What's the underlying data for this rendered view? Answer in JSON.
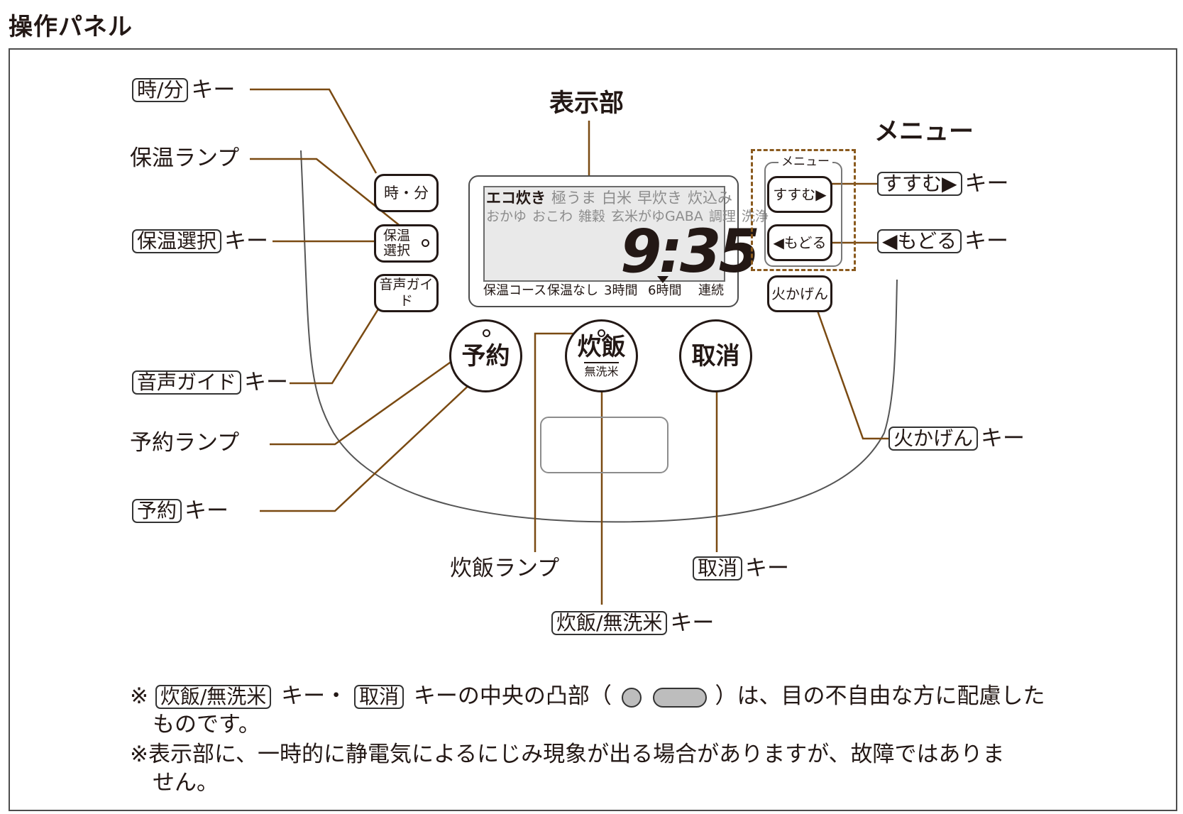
{
  "title": "操作パネル",
  "headers": {
    "display": "表示部",
    "menu": "メニュー"
  },
  "labels": {
    "jifun_key": {
      "key": "時/分",
      "suffix": "キー"
    },
    "hoon_lamp": {
      "text": "保温ランプ"
    },
    "hoon_sentaku_key": {
      "key": "保温選択",
      "suffix": "キー"
    },
    "onsei_guide_key": {
      "key": "音声ガイド",
      "suffix": "キー"
    },
    "yoyaku_lamp": {
      "text": "予約ランプ"
    },
    "yoyaku_key": {
      "key": "予約",
      "suffix": "キー"
    },
    "suihan_lamp": {
      "text": "炊飯ランプ"
    },
    "suihan_key": {
      "key": "炊飯/無洗米",
      "suffix": "キー"
    },
    "torikeshi_key": {
      "key": "取消",
      "suffix": "キー"
    },
    "susumu_key": {
      "key": "すすむ▶",
      "suffix": "キー"
    },
    "modoru_key": {
      "key": "◀もどる",
      "suffix": "キー"
    },
    "hikagen_key": {
      "key": "火かげん",
      "suffix": "キー"
    }
  },
  "buttons": {
    "jifun": "時・分",
    "hoon_line1": "保温",
    "hoon_line2": "選択",
    "onsei": "音声ガイド",
    "yoyaku": "予約",
    "suihan_main": "炊飯",
    "suihan_sub": "無洗米",
    "torikeshi": "取消",
    "susumu": "すすむ▶",
    "modoru": "◀もどる",
    "hikagen": "火かげん",
    "menu_caption": "メニュー"
  },
  "lcd": {
    "row1": [
      {
        "text": "エコ炊き",
        "state": "on"
      },
      {
        "text": "極うま",
        "state": "off"
      },
      {
        "text": "白米",
        "state": "off"
      },
      {
        "text": "早炊き",
        "state": "off"
      },
      {
        "text": "炊込み",
        "state": "off"
      }
    ],
    "row2": [
      {
        "text": "おかゆ",
        "state": "off"
      },
      {
        "text": "おこわ",
        "state": "off"
      },
      {
        "text": "雑穀",
        "state": "off"
      },
      {
        "text": "玄米がゆGABA",
        "state": "off"
      },
      {
        "text": "調理",
        "state": "off"
      },
      {
        "text": "洗浄",
        "state": "off"
      }
    ],
    "time": "9:35",
    "bottom": {
      "course": "保温コース",
      "none": "保温なし",
      "h3": "3時間",
      "h6": "6時間",
      "cont": "連続"
    }
  },
  "notes": {
    "n1_mark": "※",
    "n1_key1": "炊飯/無洗米",
    "n1_mid": "キー・",
    "n1_key2": "取消",
    "n1_tail1": "キーの中央の凸部（",
    "n1_tail2": "）は、目の不自由な方に配慮した",
    "n1_line2": "ものです。",
    "n2_line1": "※表示部に、一時的に静電気によるにじみ現象が出る場合がありますが、故障ではありま",
    "n2_line2": "せん。"
  },
  "colors": {
    "leader": "#7a4a12",
    "menu_border": "#8a5a1e",
    "lcd_on": "#231815",
    "lcd_off": "#8c8c8c",
    "lcd_bg": "#e9e9e9"
  }
}
